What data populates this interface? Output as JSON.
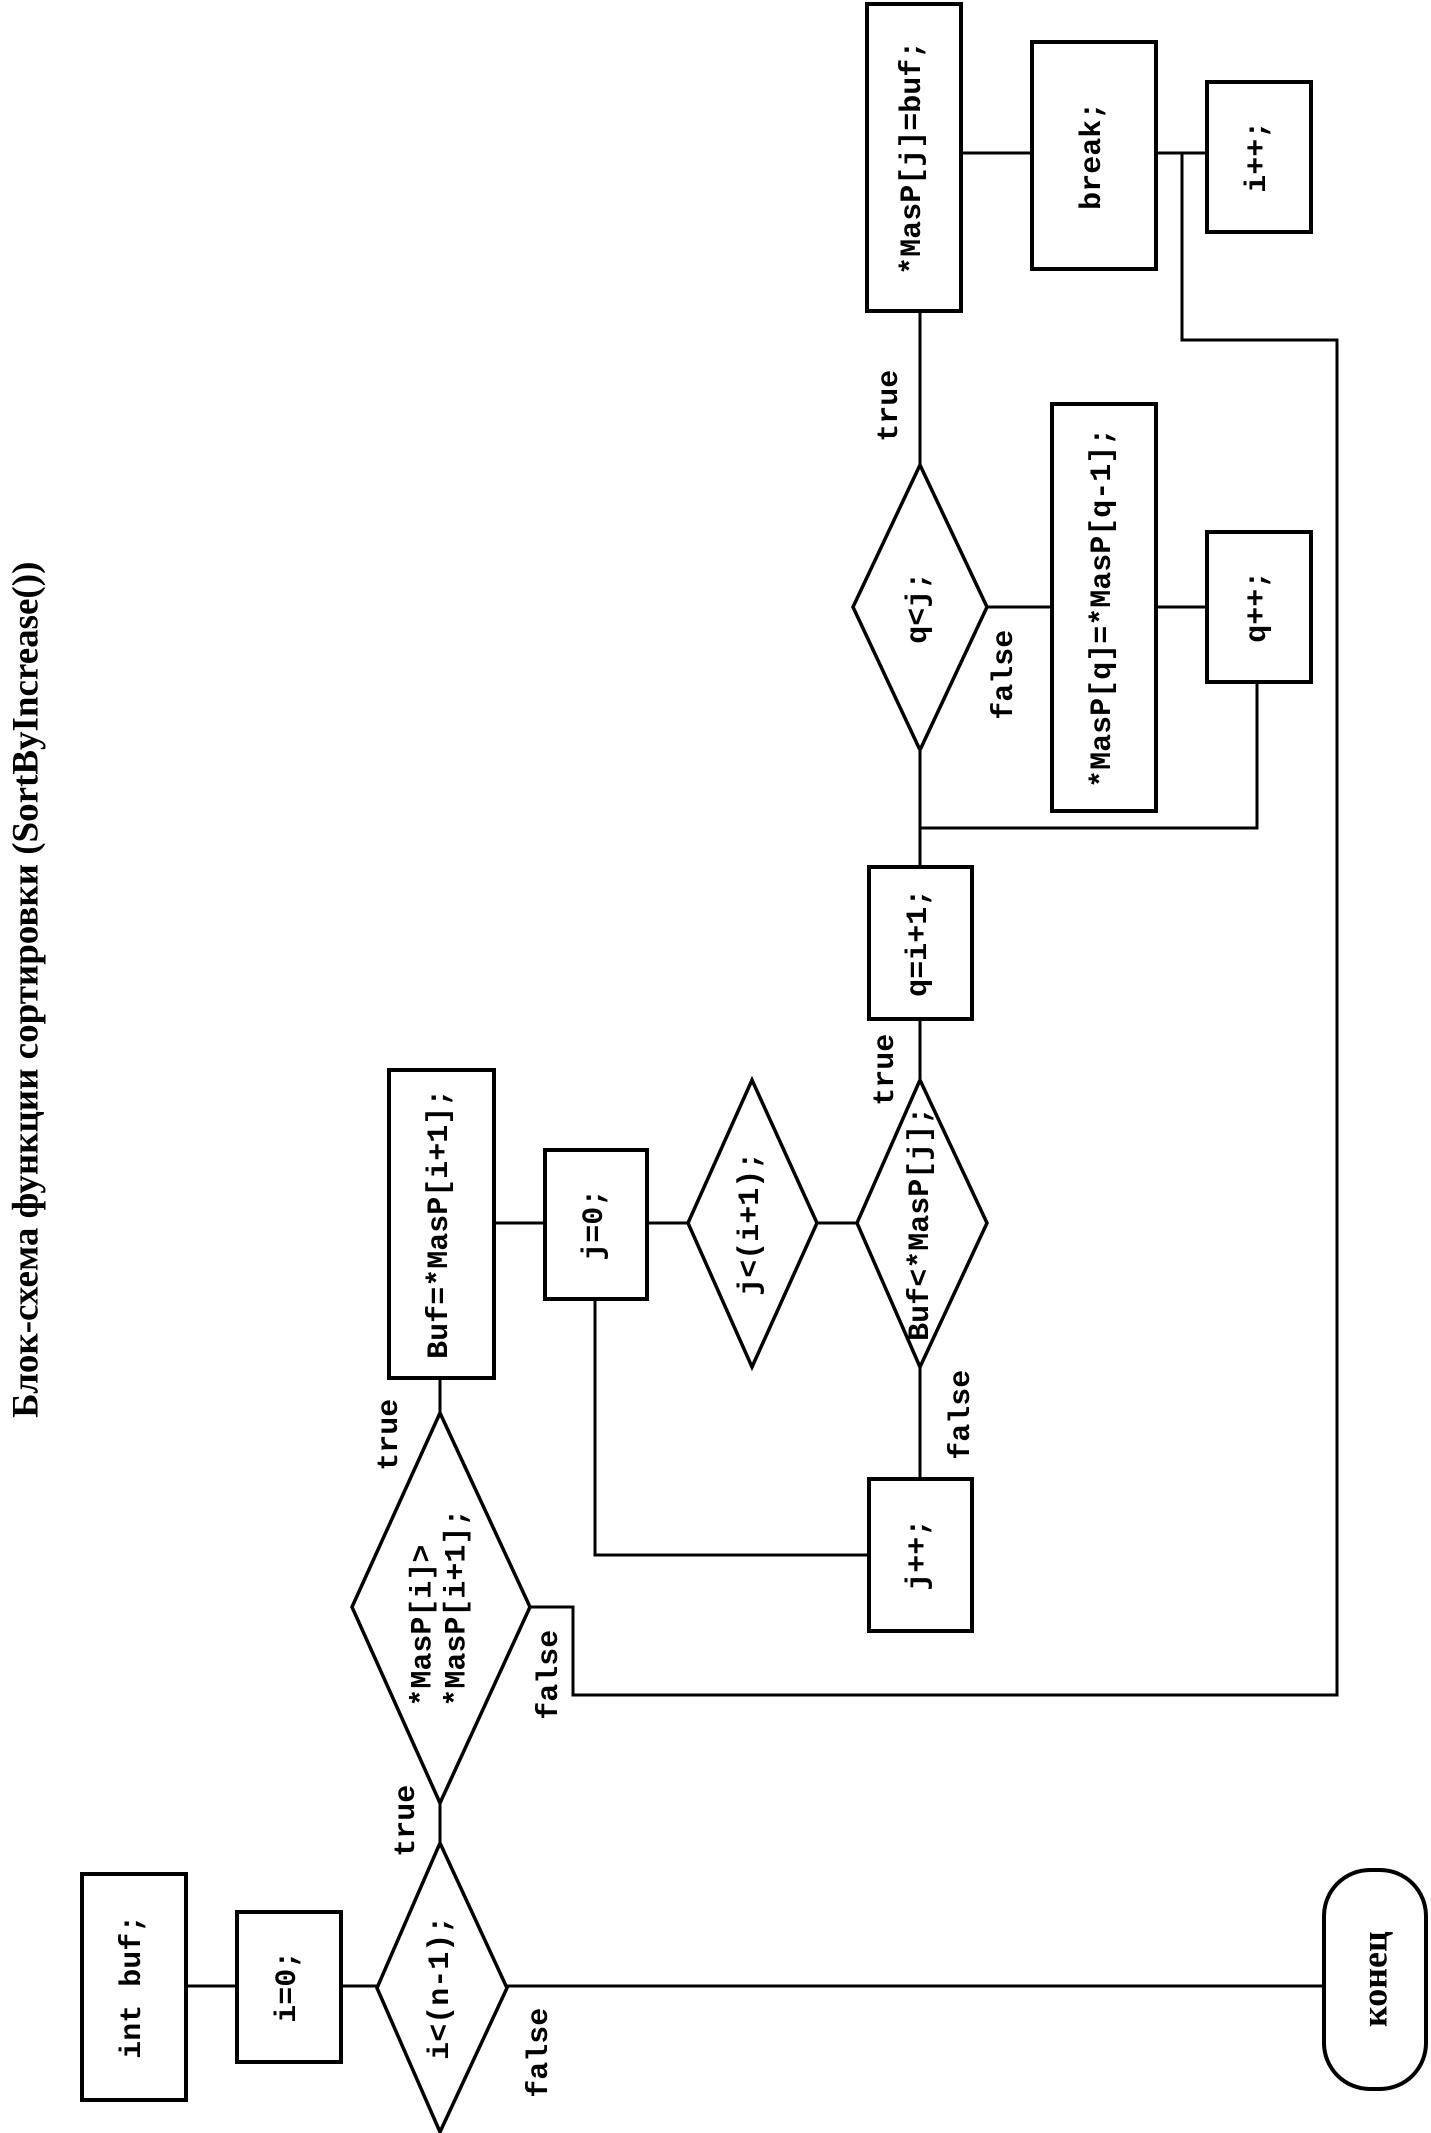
{
  "title": "Блок-схема функции сортировки (SortByIncrease())",
  "nodes": {
    "int_buf": {
      "label": "int buf;"
    },
    "i_init": {
      "label": "i=0;"
    },
    "cond_i": {
      "label": "i<(n-1);"
    },
    "cond_swap": {
      "label": "*MasP[i]>\n*MasP[i+1];"
    },
    "buf_assign": {
      "label": "Buf=*MasP[i+1];"
    },
    "j_init": {
      "label": "j=0;"
    },
    "cond_j": {
      "label": "j<(i+1);"
    },
    "cond_buf": {
      "label": "Buf<*MasP[j];"
    },
    "j_inc": {
      "label": "j++;"
    },
    "q_init": {
      "label": "q=i+1;"
    },
    "cond_q": {
      "label": "q<j;"
    },
    "shift": {
      "label": "*MasP[q]=*MasP[q-1];"
    },
    "q_inc": {
      "label": "q++;"
    },
    "place": {
      "label": "*MasP[j]=buf;"
    },
    "brk": {
      "label": "break;"
    },
    "i_inc": {
      "label": "i++;"
    },
    "end": {
      "label": "конец"
    }
  },
  "edge_labels": {
    "i_true": "true",
    "i_false": "false",
    "swap_true": "true",
    "swap_false": "false",
    "buf_true": "true",
    "buf_false": "false",
    "q_true": "true",
    "q_false": "false"
  },
  "colors": {
    "ink": "#000000",
    "paper": "#ffffff"
  }
}
